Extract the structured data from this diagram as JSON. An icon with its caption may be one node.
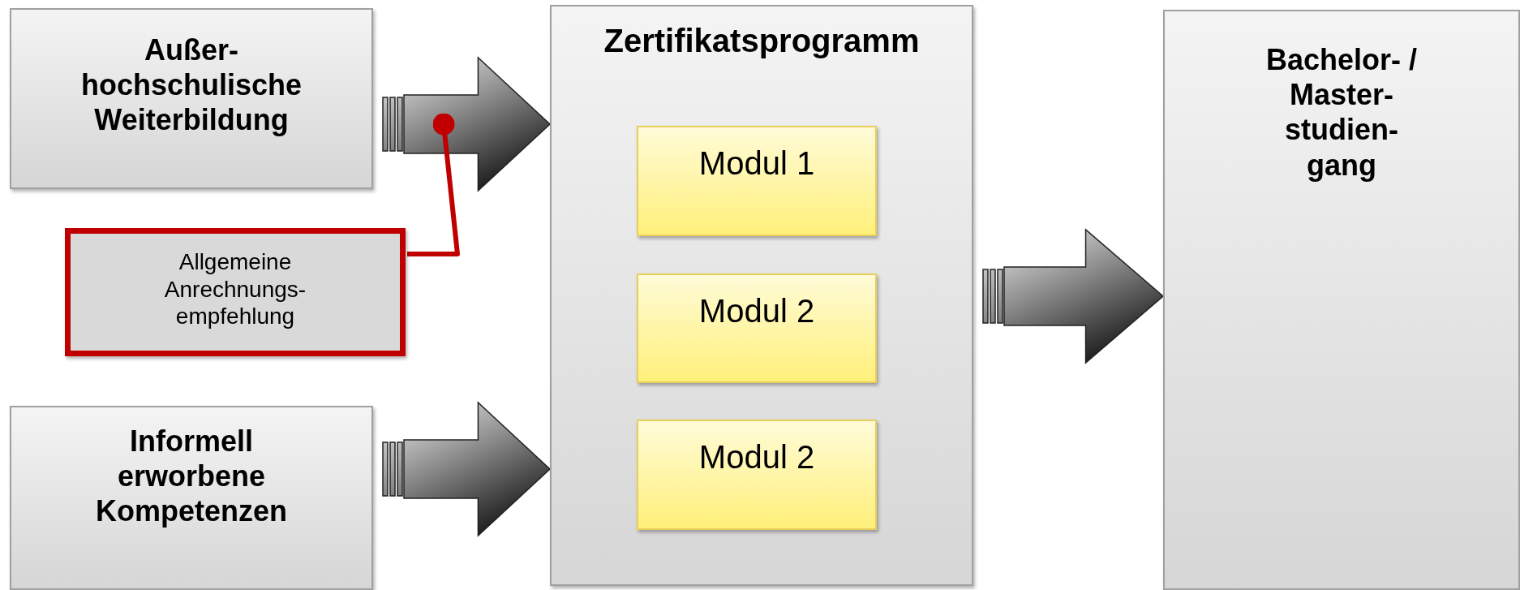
{
  "diagram": {
    "nodes": [
      {
        "text": [
          "Außer- hochschulische Weiterbildung"
        ]
      },
      {
        "text": [
          "Allgemeine Anrechnungs- empfehlung"
        ]
      },
      {
        "text": [
          "Informell erworbene Kompetenzen"
        ]
      },
      {
        "text": [
          "Zertifikatsprogramm"
        ]
      },
      {
        "text": [
          "Modul 1"
        ],
        "in": 3
      },
      {
        "text": [
          "Modul 2"
        ],
        "in": 3
      },
      {
        "text": [
          "Modul 2"
        ],
        "in": 3
      },
      {
        "text": [
          "Bachelor- / Master- studien- gang"
        ]
      }
    ],
    "edges": [
      {
        "from": 0,
        "to": 3,
        "arrow": "to",
        "style": "thick"
      },
      {
        "from": 2,
        "to": 3,
        "arrow": "to",
        "style": "thick"
      },
      {
        "from": 3,
        "to": 7,
        "arrow": "to",
        "style": "thick"
      },
      {
        "from": 1,
        "to": null,
        "arrow": "other",
        "color": "#c00000"
      }
    ]
  }
}
